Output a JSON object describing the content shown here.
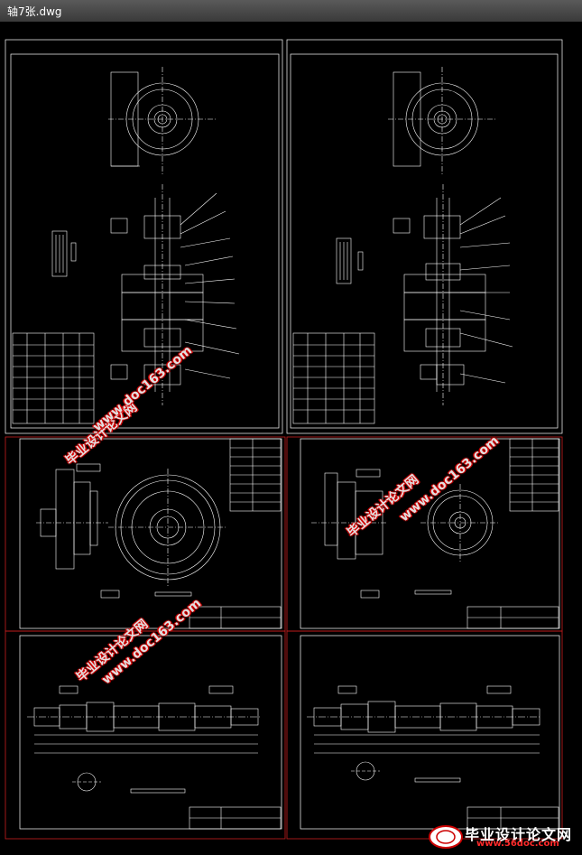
{
  "window": {
    "title": "轴7张.dwg"
  },
  "watermarks": [
    "毕业设计论文网",
    "www.doc163.com",
    "毕业设计论文网",
    "www.doc163.com",
    "毕业设计论文网",
    "www.doc163.com"
  ],
  "logo": {
    "name": "毕业设计论文网",
    "url": "www.56doc.com"
  },
  "colors": {
    "background": "#000000",
    "line": "#ffffff",
    "frame_red": "#c81e1e",
    "watermark_red": "#dd0000"
  }
}
